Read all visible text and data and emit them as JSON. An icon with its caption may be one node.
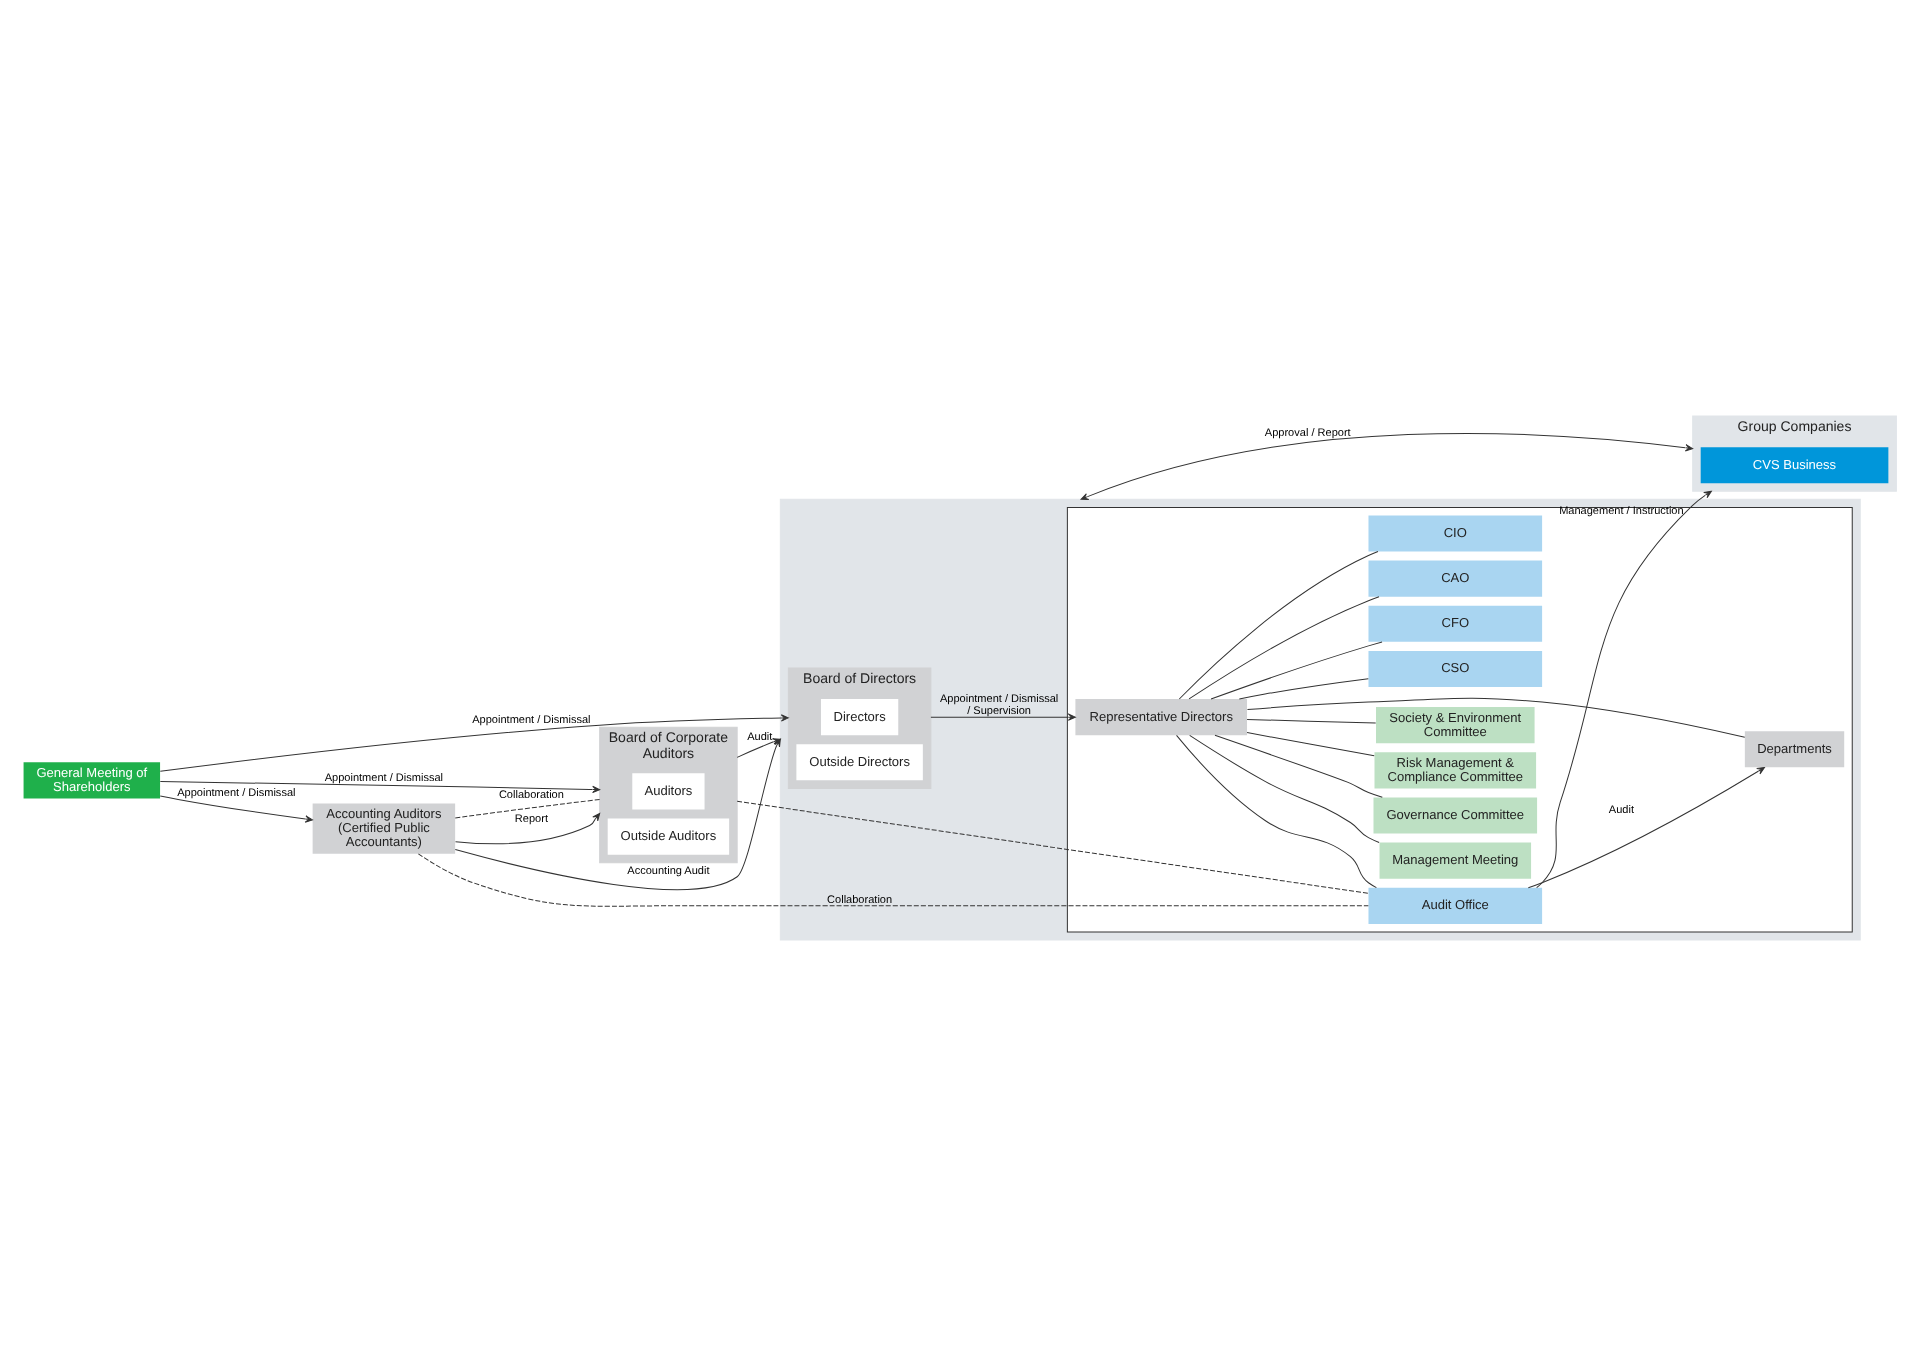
{
  "diagram": {
    "nodes": [
      {
        "text": [
          "General Meeting of Shareholders"
        ]
      },
      {
        "text": [
          "Accounting Auditors (Certified Public Accountants)"
        ]
      },
      {
        "text": [
          "Board of Corporate Auditors"
        ]
      },
      {
        "text": [
          "Auditors"
        ],
        "in": 2
      },
      {
        "text": [
          "Outside Auditors"
        ],
        "in": 2
      },
      {
        "text": [],
        "shape": "box"
      },
      {
        "text": [
          "Board of Directors"
        ],
        "in": 5
      },
      {
        "text": [
          "Directors"
        ],
        "in": 6
      },
      {
        "text": [
          "Outside Directors"
        ],
        "in": 6
      },
      {
        "text": [],
        "shape": "box",
        "in": 5
      },
      {
        "text": [
          "Representative Directors"
        ],
        "in": 9
      },
      {
        "text": [
          "CSO"
        ],
        "in": 9
      },
      {
        "text": [
          "CFO"
        ],
        "in": 9
      },
      {
        "text": [
          "CAO"
        ],
        "in": 9
      },
      {
        "text": [
          "CIO"
        ],
        "in": 9
      },
      {
        "text": [
          "Audit Office"
        ],
        "in": 9
      },
      {
        "text": [
          "Management Meeting"
        ],
        "in": 9
      },
      {
        "text": [
          "Governance Committee"
        ],
        "in": 9
      },
      {
        "text": [
          "Risk Management & Compliance Committee"
        ],
        "in": 9
      },
      {
        "text": [
          "Society & Environment Committee"
        ],
        "in": 9
      },
      {
        "text": [
          "Departments"
        ],
        "in": 9
      },
      {
        "text": [
          "Group Companies"
        ]
      },
      {
        "text": [
          "CVS Business"
        ],
        "in": 21
      }
    ],
    "edges": [
      {
        "from": 0,
        "to": 1,
        "arrow": "to",
        "label": "Appointment / Dismissal"
      },
      {
        "from": 0,
        "to": 2,
        "arrow": "to",
        "label": "Appointment / Dismissal"
      },
      {
        "from": 0,
        "to": 6,
        "arrow": "to",
        "label": "Appointment / Dismissal"
      },
      {
        "from": 1,
        "to": 2,
        "arrow": "to",
        "label": "Report"
      },
      {
        "from": 1,
        "to": 2,
        "arrow": "none",
        "style": "dashed",
        "label": "Collaboration"
      },
      {
        "from": 2,
        "to": 5,
        "arrow": "to",
        "label": "Audit"
      },
      {
        "from": 6,
        "to": 10,
        "arrow": "to",
        "label": "Appointment / Dismissal / Supervision"
      },
      {
        "from": 10,
        "to": 11,
        "arrow": "none"
      },
      {
        "from": 10,
        "to": 12,
        "arrow": "none"
      },
      {
        "from": 10,
        "to": 13,
        "arrow": "none"
      },
      {
        "from": 10,
        "to": 14,
        "arrow": "none"
      },
      {
        "from": 10,
        "to": 15,
        "arrow": "none"
      },
      {
        "from": 10,
        "to": 16,
        "arrow": "none"
      },
      {
        "from": 10,
        "to": 17,
        "arrow": "none"
      },
      {
        "from": 10,
        "to": 18,
        "arrow": "none"
      },
      {
        "from": 10,
        "to": 19,
        "arrow": "none"
      },
      {
        "from": 10,
        "to": 20,
        "arrow": "none"
      },
      {
        "from": 1,
        "to": 15,
        "arrow": "none",
        "style": "dashed",
        "label": "Collaboration"
      },
      {
        "from": 2,
        "to": 15,
        "arrow": "none",
        "style": "dashed"
      },
      {
        "from": 1,
        "to": 5,
        "arrow": "to",
        "label": "Accounting Audit"
      },
      {
        "from": 15,
        "to": 20,
        "arrow": "to",
        "label": "Audit"
      },
      {
        "from": 15,
        "to": 21,
        "arrow": "to",
        "label": "Management / Instruction"
      },
      {
        "from": 5,
        "to": 21,
        "arrow": "both",
        "label": "Approval / Report"
      }
    ]
  }
}
